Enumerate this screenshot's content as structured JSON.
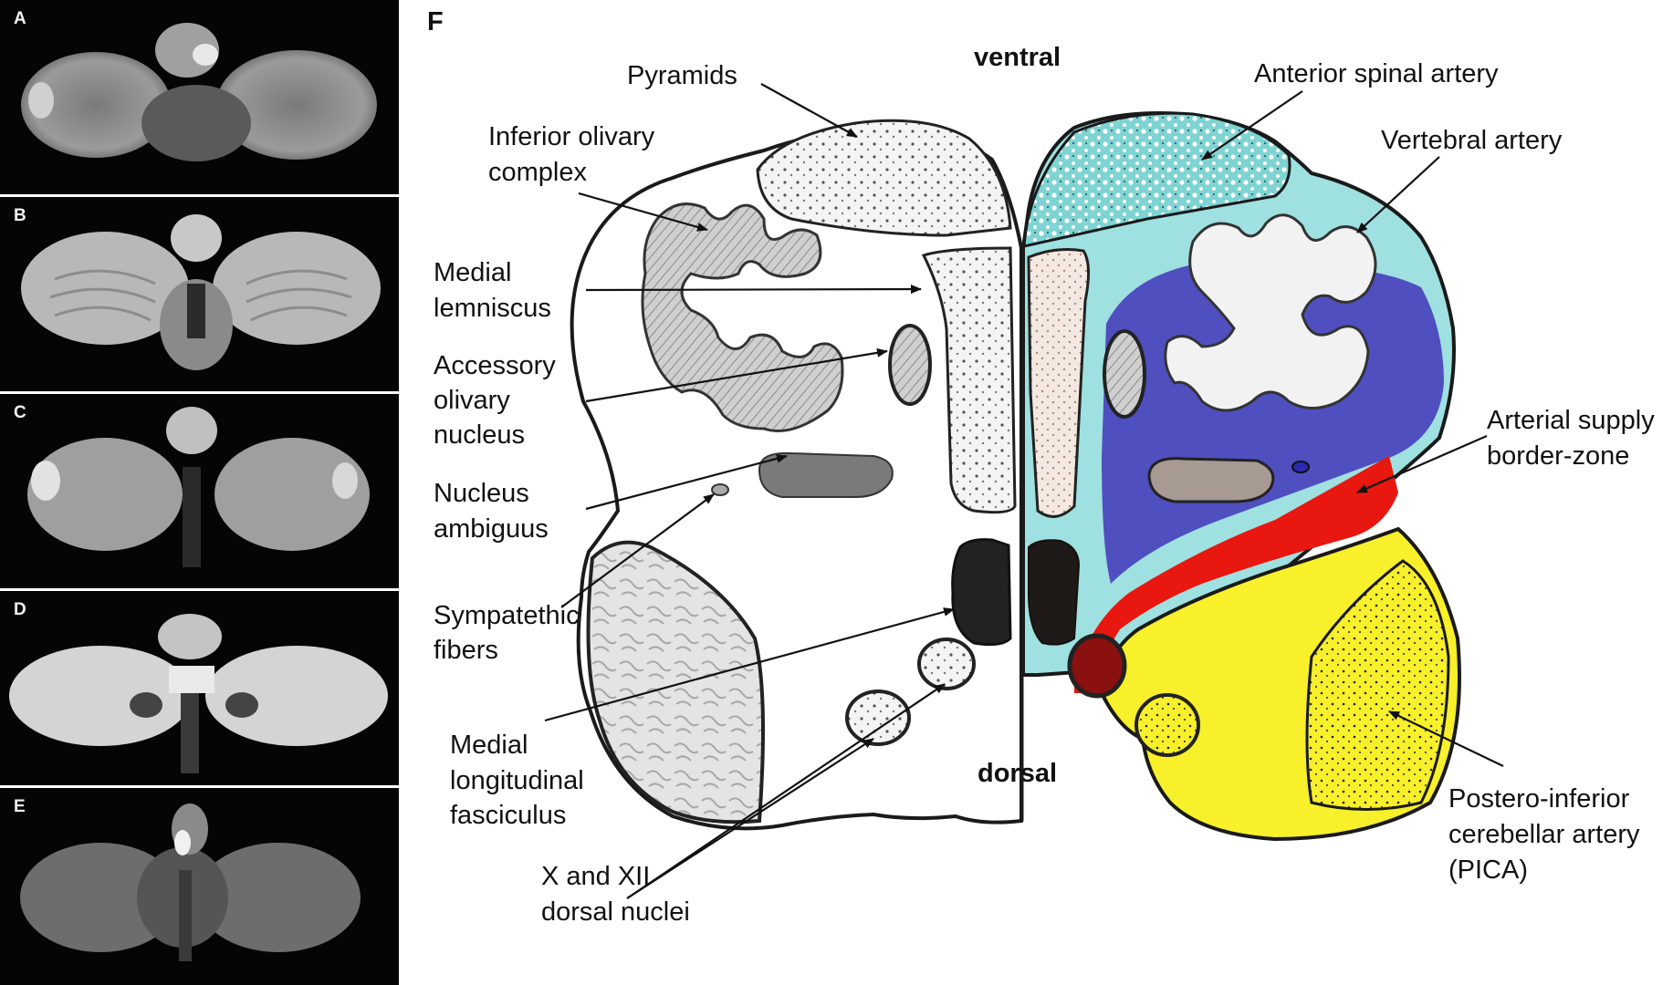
{
  "panels": [
    {
      "label": "A"
    },
    {
      "label": "B"
    },
    {
      "label": "C"
    },
    {
      "label": "D"
    },
    {
      "label": "E"
    }
  ],
  "diagram": {
    "panel_label": "F",
    "orientation": {
      "top": "ventral",
      "bottom": "dorsal"
    },
    "left_labels": {
      "pyramids": "Pyramids",
      "inferior_olivary_1": "Inferior olivary",
      "inferior_olivary_2": "complex",
      "medial_lemniscus_1": "Medial",
      "medial_lemniscus_2": "lemniscus",
      "accessory_1": "Accessory",
      "accessory_2": "olivary",
      "accessory_3": "nucleus",
      "ambiguus_1": "Nucleus",
      "ambiguus_2": "ambiguus",
      "sympathetic_1": "Sympatethic",
      "sympathetic_2": "fibers",
      "mlf_1": "Medial",
      "mlf_2": "longitudinal",
      "mlf_3": "fasciculus",
      "dorsal_nuclei_1": "X and XII",
      "dorsal_nuclei_2": "dorsal nuclei"
    },
    "right_labels": {
      "anterior_spinal": "Anterior spinal artery",
      "vertebral": "Vertebral artery",
      "border_zone_1": "Arterial supply",
      "border_zone_2": "border-zone",
      "pica_1": "Postero-inferior",
      "pica_2": "cerebellar artery",
      "pica_3": "(PICA)"
    },
    "territory_colors": {
      "anterior_spinal": "#7fd3d3",
      "vertebral": "#4f4fbf",
      "border_zone": "#e8170f",
      "pica": "#f7f02a"
    }
  }
}
